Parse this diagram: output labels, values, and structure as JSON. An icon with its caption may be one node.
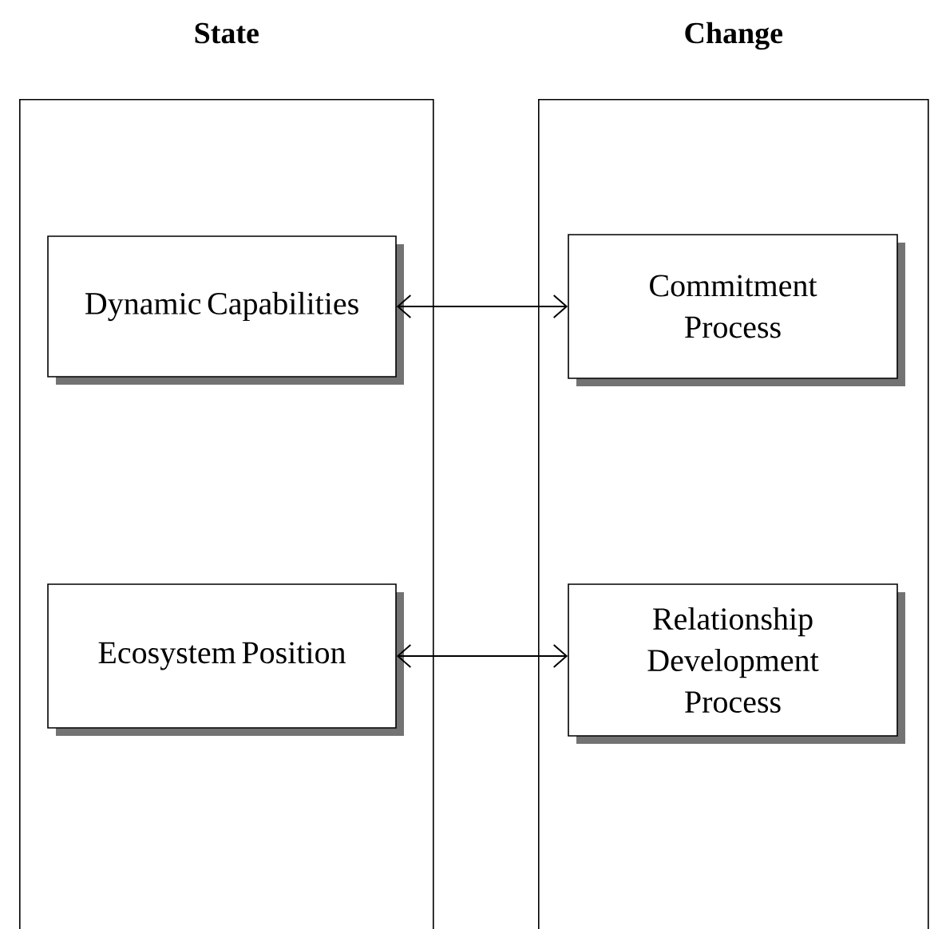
{
  "diagram": {
    "nodes": [
      {
        "text": [
          "State"
        ]
      },
      {
        "text": [
          "Dynamic Capabilities"
        ],
        "in": 0
      },
      {
        "text": [
          "Ecosystem Position"
        ],
        "in": 0
      },
      {
        "text": [
          "Change"
        ]
      },
      {
        "text": [
          "Commitment Process"
        ],
        "in": 3
      },
      {
        "text": [
          "Relationship Development Process"
        ],
        "in": 3
      }
    ],
    "edges": [
      {
        "from": 1,
        "to": 4,
        "arrow": "both"
      },
      {
        "from": 2,
        "to": 5,
        "arrow": "both"
      }
    ]
  }
}
